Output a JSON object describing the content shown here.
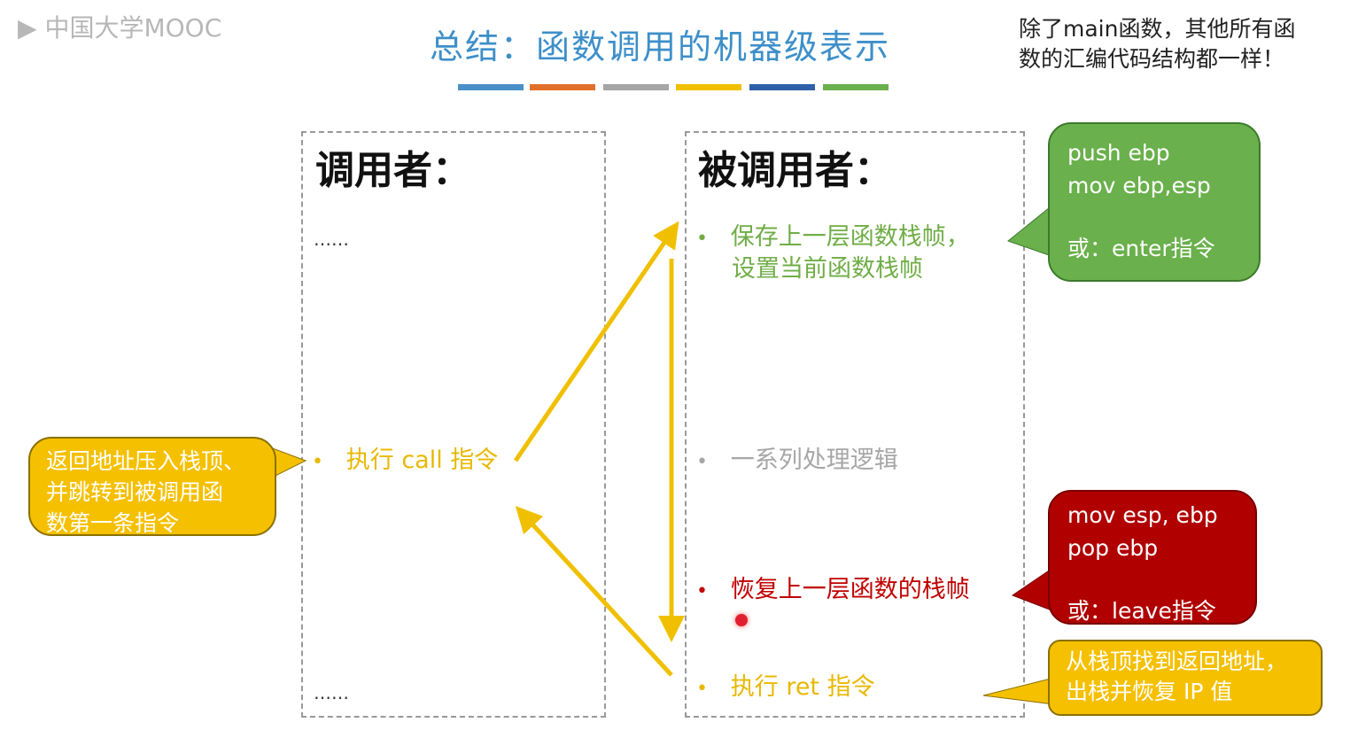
{
  "title": "总结：函数调用的机器级表示",
  "note": {
    "line1": "除了main函数，其他所有函",
    "line2": "数的汇编代码结构都一样！"
  },
  "watermark": "中国大学MOOC",
  "accent_bars": [
    "#4a90c8",
    "#e0702a",
    "#a6a6a6",
    "#f0c000",
    "#2f5fa8",
    "#6ab04c"
  ],
  "caller": {
    "header": "调用者：",
    "dots_top": "……",
    "dots_bottom": "……",
    "call_item": "执行 call 指令"
  },
  "callee": {
    "header": "被调用者：",
    "items": [
      "保存上一层函数栈帧，",
      "设置当前函数栈帧",
      "一系列处理逻辑",
      "恢复上一层函数的栈帧",
      "执行 ret 指令"
    ]
  },
  "bubbles": {
    "call_note": [
      "返回地址压入栈顶、",
      "并跳转到被调用函",
      "数第一条指令"
    ],
    "enter": [
      "push ebp",
      "mov ebp,esp",
      "",
      "或：enter指令"
    ],
    "leave": [
      "mov esp, ebp",
      "pop ebp",
      "",
      "或：leave指令"
    ],
    "ret_note": [
      "从栈顶找到返回地址，",
      "出栈并恢复 IP 值"
    ]
  }
}
